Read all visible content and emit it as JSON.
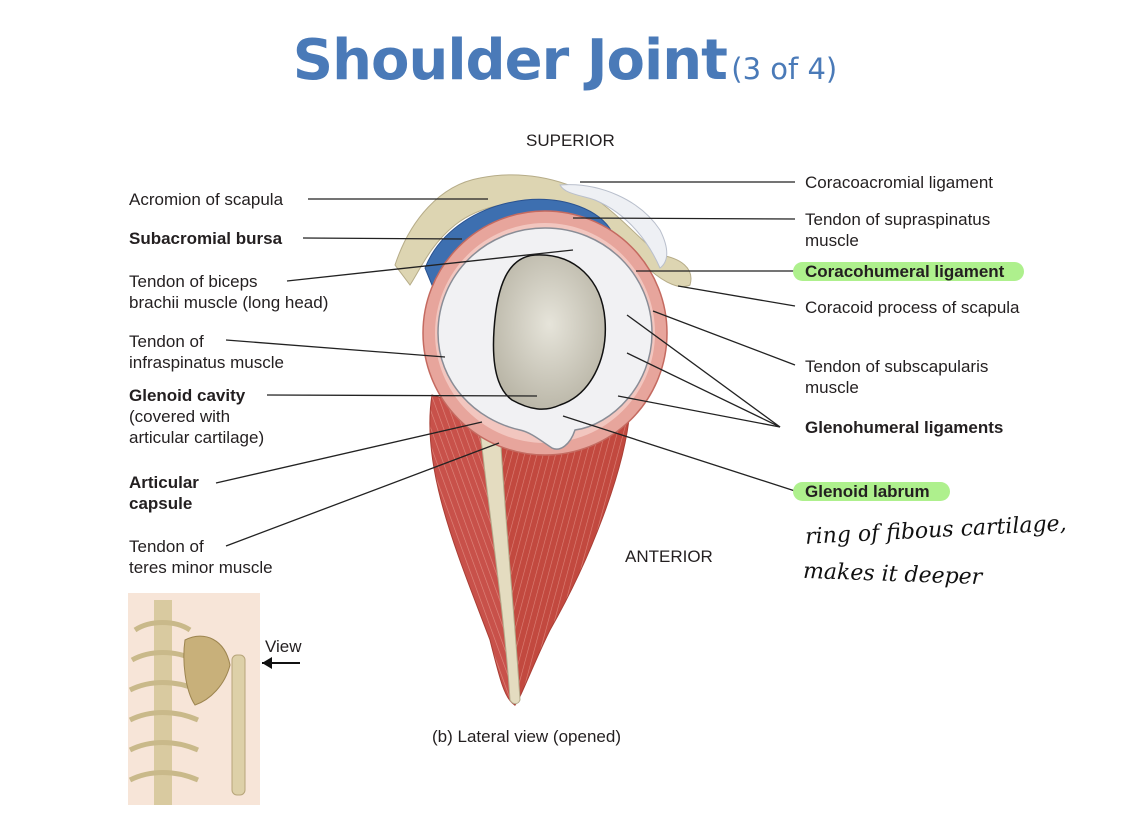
{
  "title": {
    "main": "Shoulder Joint",
    "part": "(3 of 4)"
  },
  "orientation": {
    "superior": "SUPERIOR",
    "anterior": "ANTERIOR"
  },
  "labels_left": {
    "acromion": "Acromion of scapula",
    "subacromial_bursa": "Subacromial bursa",
    "biceps_1": "Tendon of biceps",
    "biceps_2": "brachii muscle (long head)",
    "infra_1": "Tendon of",
    "infra_2": "infraspinatus muscle",
    "glenoid_1": "Glenoid cavity",
    "glenoid_2": "(covered with",
    "glenoid_3": "articular cartilage)",
    "capsule_1": "Articular",
    "capsule_2": "capsule",
    "teres_1": "Tendon of",
    "teres_2": "teres minor muscle"
  },
  "labels_right": {
    "coracoacromial": "Coracoacromial ligament",
    "supra_1": "Tendon of supraspinatus",
    "supra_2": "muscle",
    "coracohumeral": "Coracohumeral ligament",
    "coracoid": "Coracoid process of scapula",
    "subscap_1": "Tendon of subscapularis",
    "subscap_2": "muscle",
    "glenohumeral": "Glenohumeral ligaments",
    "labrum": "Glenoid labrum"
  },
  "notes": {
    "line1": "ring of fibous cartilage,",
    "line2": "makes it deeper"
  },
  "inset": {
    "view_label": "View"
  },
  "caption": "(b) Lateral view (opened)",
  "colors": {
    "title": "#4a7ab8",
    "highlight": "#aef08d",
    "muscle": "#c9534a",
    "bursa": "#3d6fb0",
    "bone": "#ddd5b5"
  }
}
